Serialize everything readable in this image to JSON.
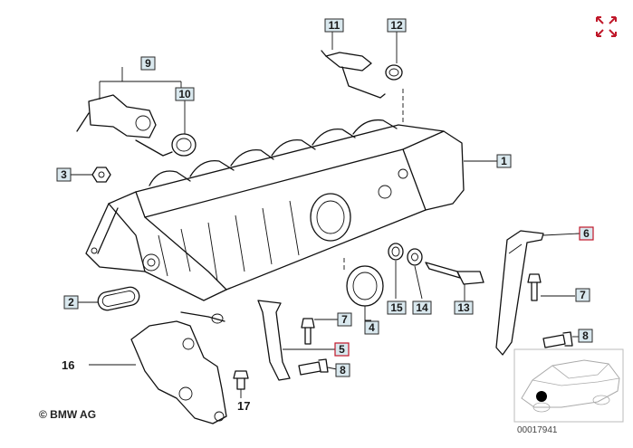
{
  "labels": {
    "l1": "1",
    "l2": "2",
    "l3": "3",
    "l4": "4",
    "l5": "5",
    "l6": "6",
    "l7a": "7",
    "l7b": "7",
    "l8a": "8",
    "l8b": "8",
    "l9": "9",
    "l10": "10",
    "l11": "11",
    "l12": "12",
    "l13": "13",
    "l14": "14",
    "l15": "15",
    "l16": "16",
    "l17": "17"
  },
  "copyright": "© BMW AG",
  "diagram_number": "00017941",
  "colors": {
    "box_fill": "#d9e8ee",
    "box_border": "#2a2a2a",
    "highlight_border": "#c0182a",
    "expand_icon": "#c0182a"
  },
  "icons": {
    "expand": "expand-arrows-icon",
    "car_locator": "car-locator-icon"
  }
}
